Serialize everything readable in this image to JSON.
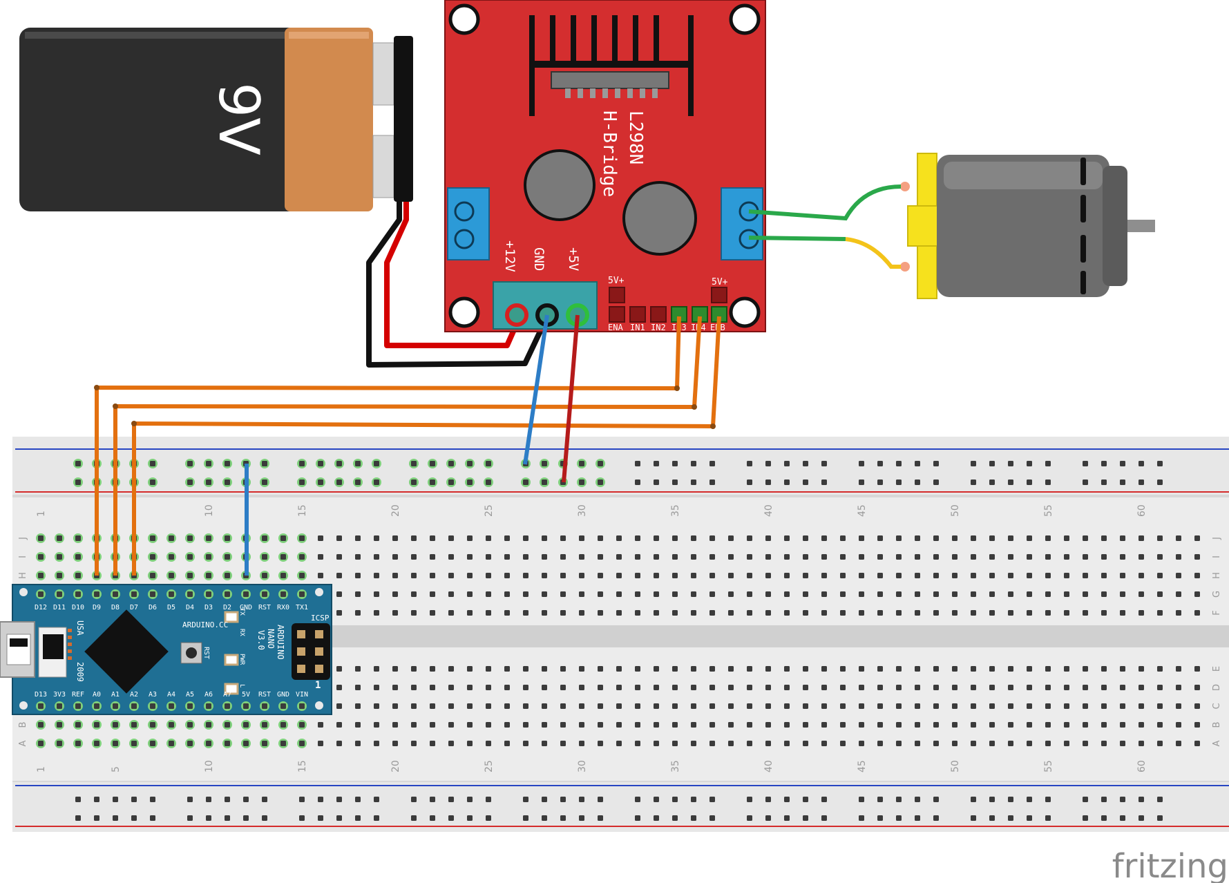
{
  "battery": {
    "label": "9V"
  },
  "hbridge": {
    "model": "L298N",
    "subtitle": "H-Bridge",
    "pins": {
      "v12": "+12V",
      "gnd": "GND",
      "v5": "+5V"
    },
    "header_label_left": "5V+",
    "header_label_right": "5V+",
    "control_pins": [
      "ENA",
      "IN1",
      "IN2",
      "IN3",
      "IN4",
      "ENB"
    ]
  },
  "breadboard": {
    "column_numbers": [
      "1",
      "5",
      "10",
      "15",
      "20",
      "25",
      "30",
      "35",
      "40",
      "45",
      "50",
      "55",
      "60"
    ],
    "rows_top": [
      "J",
      "I",
      "H",
      "G",
      "F"
    ],
    "rows_bottom": [
      "E",
      "D",
      "C",
      "B",
      "A"
    ]
  },
  "nano": {
    "title_lines": [
      "ARDUINO",
      "NANO",
      "V3.0"
    ],
    "site": "ARDUINO.CC",
    "usa": "USA",
    "year": "2009",
    "icsp": "ICSP",
    "rst_button": "RST",
    "led_labels": [
      "TX",
      "RX",
      "PWR",
      "L"
    ],
    "pin_one": "1",
    "top_pins": [
      "D12",
      "D11",
      "D10",
      "D9",
      "D8",
      "D7",
      "D6",
      "D5",
      "D4",
      "D3",
      "D2",
      "GND",
      "RST",
      "RX0",
      "TX1"
    ],
    "bottom_pins": [
      "D13",
      "3V3",
      "REF",
      "A0",
      "A1",
      "A2",
      "A3",
      "A4",
      "A5",
      "A6",
      "A7",
      "5V",
      "RST",
      "GND",
      "VIN"
    ]
  },
  "watermark": "fritzing",
  "colors": {
    "board_red": "#c8282b",
    "nano_blue": "#1f6f94",
    "wire_orange": "#e3700f",
    "wire_red": "#b51b1b",
    "wire_blue": "#2d7dc6",
    "wire_green": "#33b54a",
    "wire_yellow": "#f3c31a",
    "motor_yellow": "#f6e11d"
  }
}
